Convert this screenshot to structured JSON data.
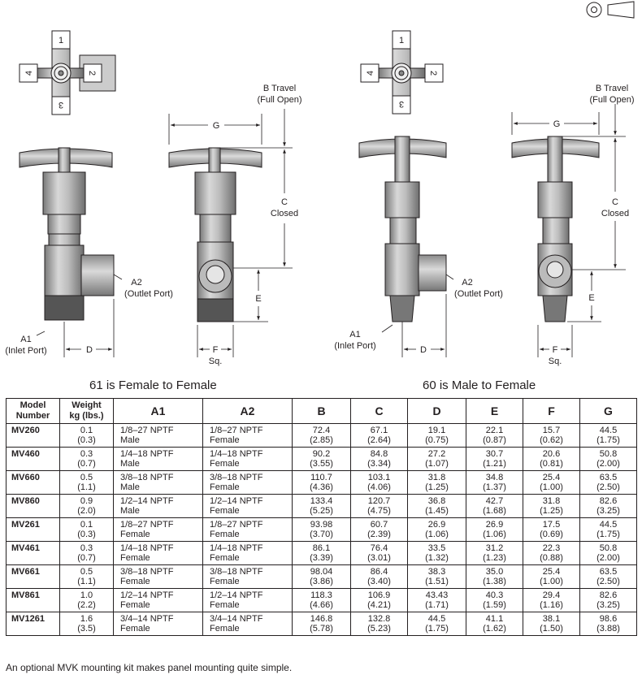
{
  "drawing": {
    "left_caption": "61 is Female to Female",
    "right_caption": "60 is Male to Female",
    "handle_marks": [
      "1",
      "2",
      "3",
      "4"
    ],
    "labels": {
      "b_travel_1": "B Travel",
      "b_travel_2": "(Full Open)",
      "g": "G",
      "c_1": "C",
      "c_2": "Closed",
      "a2_1": "A2",
      "a2_2": "(Outlet Port)",
      "a1_1": "A1",
      "a1_2": "(Inlet Port)",
      "d": "D",
      "e": "E",
      "f": "F",
      "sq": "Sq."
    }
  },
  "table": {
    "headers": {
      "model_1": "Model",
      "model_2": "Number",
      "weight_1": "Weight",
      "weight_2": "kg (lbs.)",
      "a1": "A1",
      "a2": "A2",
      "b": "B",
      "c": "C",
      "d": "D",
      "e": "E",
      "f": "F",
      "g": "G"
    },
    "rows": [
      {
        "model": "MV260",
        "w1": "0.1",
        "w2": "(0.3)",
        "a1_1": "1/8–27 NPTF",
        "a1_2": "Male",
        "a2_1": "1/8–27 NPTF",
        "a2_2": "Female",
        "b1": "72.4",
        "b2": "(2.85)",
        "c1": "67.1",
        "c2": "(2.64)",
        "d1": "19.1",
        "d2": "(0.75)",
        "e1": "22.1",
        "e2": "(0.87)",
        "f1": "15.7",
        "f2": "(0.62)",
        "g1": "44.5",
        "g2": "(1.75)"
      },
      {
        "model": "MV460",
        "w1": "0.3",
        "w2": "(0.7)",
        "a1_1": "1/4–18 NPTF",
        "a1_2": "Male",
        "a2_1": "1/4–18 NPTF",
        "a2_2": "Female",
        "b1": "90.2",
        "b2": "(3.55)",
        "c1": "84.8",
        "c2": "(3.34)",
        "d1": "27.2",
        "d2": "(1.07)",
        "e1": "30.7",
        "e2": "(1.21)",
        "f1": "20.6",
        "f2": "(0.81)",
        "g1": "50.8",
        "g2": "(2.00)"
      },
      {
        "model": "MV660",
        "w1": "0.5",
        "w2": "(1.1)",
        "a1_1": "3/8–18 NPTF",
        "a1_2": "Male",
        "a2_1": "3/8–18 NPTF",
        "a2_2": "Female",
        "b1": "110.7",
        "b2": "(4.36)",
        "c1": "103.1",
        "c2": "(4.06)",
        "d1": "31.8",
        "d2": "(1.25)",
        "e1": "34.8",
        "e2": "(1.37)",
        "f1": "25.4",
        "f2": "(1.00)",
        "g1": "63.5",
        "g2": "(2.50)"
      },
      {
        "model": "MV860",
        "w1": "0.9",
        "w2": "(2.0)",
        "a1_1": "1/2–14 NPTF",
        "a1_2": "Male",
        "a2_1": "1/2–14 NPTF",
        "a2_2": "Female",
        "b1": "133.4",
        "b2": "(5.25)",
        "c1": "120.7",
        "c2": "(4.75)",
        "d1": "36.8",
        "d2": "(1.45)",
        "e1": "42.7",
        "e2": "(1.68)",
        "f1": "31.8",
        "f2": "(1.25)",
        "g1": "82.6",
        "g2": "(3.25)"
      },
      {
        "model": "MV261",
        "w1": "0.1",
        "w2": "(0.3)",
        "a1_1": "1/8–27 NPTF",
        "a1_2": "Female",
        "a2_1": "1/8–27 NPTF",
        "a2_2": "Female",
        "b1": "93.98",
        "b2": "(3.70)",
        "c1": "60.7",
        "c2": "(2.39)",
        "d1": "26.9",
        "d2": "(1.06)",
        "e1": "26.9",
        "e2": "(1.06)",
        "f1": "17.5",
        "f2": "(0.69)",
        "g1": "44.5",
        "g2": "(1.75)"
      },
      {
        "model": "MV461",
        "w1": "0.3",
        "w2": "(0.7)",
        "a1_1": "1/4–18 NPTF",
        "a1_2": "Female",
        "a2_1": "1/4–18 NPTF",
        "a2_2": "Female",
        "b1": "86.1",
        "b2": "(3.39)",
        "c1": "76.4",
        "c2": "(3.01)",
        "d1": "33.5",
        "d2": "(1.32)",
        "e1": "31.2",
        "e2": "(1.23)",
        "f1": "22.3",
        "f2": "(0.88)",
        "g1": "50.8",
        "g2": "(2.00)"
      },
      {
        "model": "MV661",
        "w1": "0.5",
        "w2": "(1.1)",
        "a1_1": "3/8–18 NPTF",
        "a1_2": "Female",
        "a2_1": "3/8–18 NPTF",
        "a2_2": "Female",
        "b1": "98.04",
        "b2": "(3.86)",
        "c1": "86.4",
        "c2": "(3.40)",
        "d1": "38.3",
        "d2": "(1.51)",
        "e1": "35.0",
        "e2": "(1.38)",
        "f1": "25.4",
        "f2": "(1.00)",
        "g1": "63.5",
        "g2": "(2.50)"
      },
      {
        "model": "MV861",
        "w1": "1.0",
        "w2": "(2.2)",
        "a1_1": "1/2–14 NPTF",
        "a1_2": "Female",
        "a2_1": "1/2–14 NPTF",
        "a2_2": "Female",
        "b1": "118.3",
        "b2": "(4.66)",
        "c1": "106.9",
        "c2": "(4.21)",
        "d1": "43.43",
        "d2": "(1.71)",
        "e1": "40.3",
        "e2": "(1.59)",
        "f1": "29.4",
        "f2": "(1.16)",
        "g1": "82.6",
        "g2": "(3.25)"
      },
      {
        "model": "MV1261",
        "w1": "1.6",
        "w2": "(3.5)",
        "a1_1": "3/4–14 NPTF",
        "a1_2": "Female",
        "a2_1": "3/4–14 NPTF",
        "a2_2": "Female",
        "b1": "146.8",
        "b2": "(5.78)",
        "c1": "132.8",
        "c2": "(5.23)",
        "d1": "44.5",
        "d2": "(1.75)",
        "e1": "41.1",
        "e2": "(1.62)",
        "f1": "38.1",
        "f2": "(1.50)",
        "g1": "98.6",
        "g2": "(3.88)"
      }
    ]
  },
  "footnote": "An optional MVK mounting kit makes panel mounting quite simple."
}
